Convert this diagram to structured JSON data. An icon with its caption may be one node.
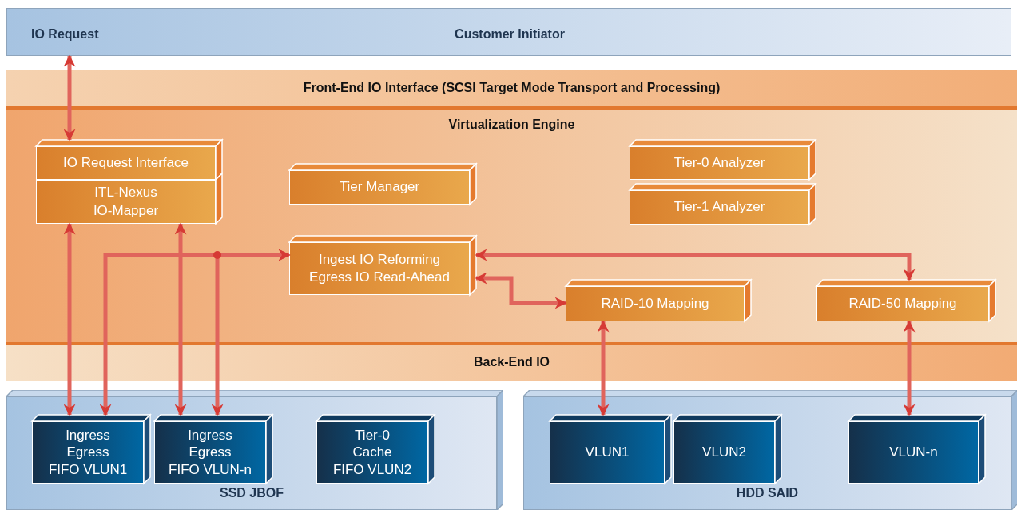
{
  "diagram": {
    "nodes": [
      {
        "text": [
          "IO Request",
          "Customer Initiator"
        ]
      },
      {
        "text": [
          "Front-End IO Interface (SCSI Target Mode Transport and Processing)",
          "Virtualization Engine",
          "Back-End IO"
        ]
      },
      {
        "text": [
          "IO Request Interface"
        ],
        "in": 1
      },
      {
        "text": [
          "ITL-Nexus IO-Mapper"
        ],
        "in": 1
      },
      {
        "text": [
          "Tier Manager"
        ],
        "in": 1
      },
      {
        "text": [
          "Tier-0 Analyzer"
        ],
        "in": 1
      },
      {
        "text": [
          "Tier-1 Analyzer"
        ],
        "in": 1
      },
      {
        "text": [
          "Ingest IO Reforming Egress IO Read-Ahead"
        ],
        "in": 1
      },
      {
        "text": [
          "RAID-10 Mapping"
        ],
        "in": 1
      },
      {
        "text": [
          "RAID-50 Mapping"
        ],
        "in": 1
      },
      {
        "text": [
          "SSD JBOF"
        ]
      },
      {
        "text": [
          "Ingress Egress FIFO VLUN1"
        ],
        "in": 10
      },
      {
        "text": [
          "Ingress Egress FIFO VLUN-n"
        ],
        "in": 10
      },
      {
        "text": [
          "Tier-0 Cache FIFO VLUN2"
        ],
        "in": 10
      },
      {
        "text": [
          "HDD SAID"
        ]
      },
      {
        "text": [
          "VLUN1"
        ],
        "in": 14
      },
      {
        "text": [
          "VLUN2"
        ],
        "in": 14
      },
      {
        "text": [
          "VLUN-n"
        ],
        "in": 14
      }
    ],
    "edges": [
      {
        "from": 0,
        "to": 2,
        "arrow": "both"
      },
      {
        "from": 3,
        "to": 11,
        "arrow": "both"
      },
      {
        "from": 3,
        "to": 12,
        "arrow": "both"
      },
      {
        "from": 11,
        "to": 7,
        "arrow": "both"
      },
      {
        "from": 12,
        "to": 7,
        "arrow": "both"
      },
      {
        "from": 7,
        "to": 9,
        "arrow": "both"
      },
      {
        "from": 7,
        "to": 8,
        "arrow": "both"
      },
      {
        "from": 8,
        "to": 15,
        "arrow": "both"
      },
      {
        "from": 9,
        "to": 17,
        "arrow": "both"
      }
    ]
  }
}
